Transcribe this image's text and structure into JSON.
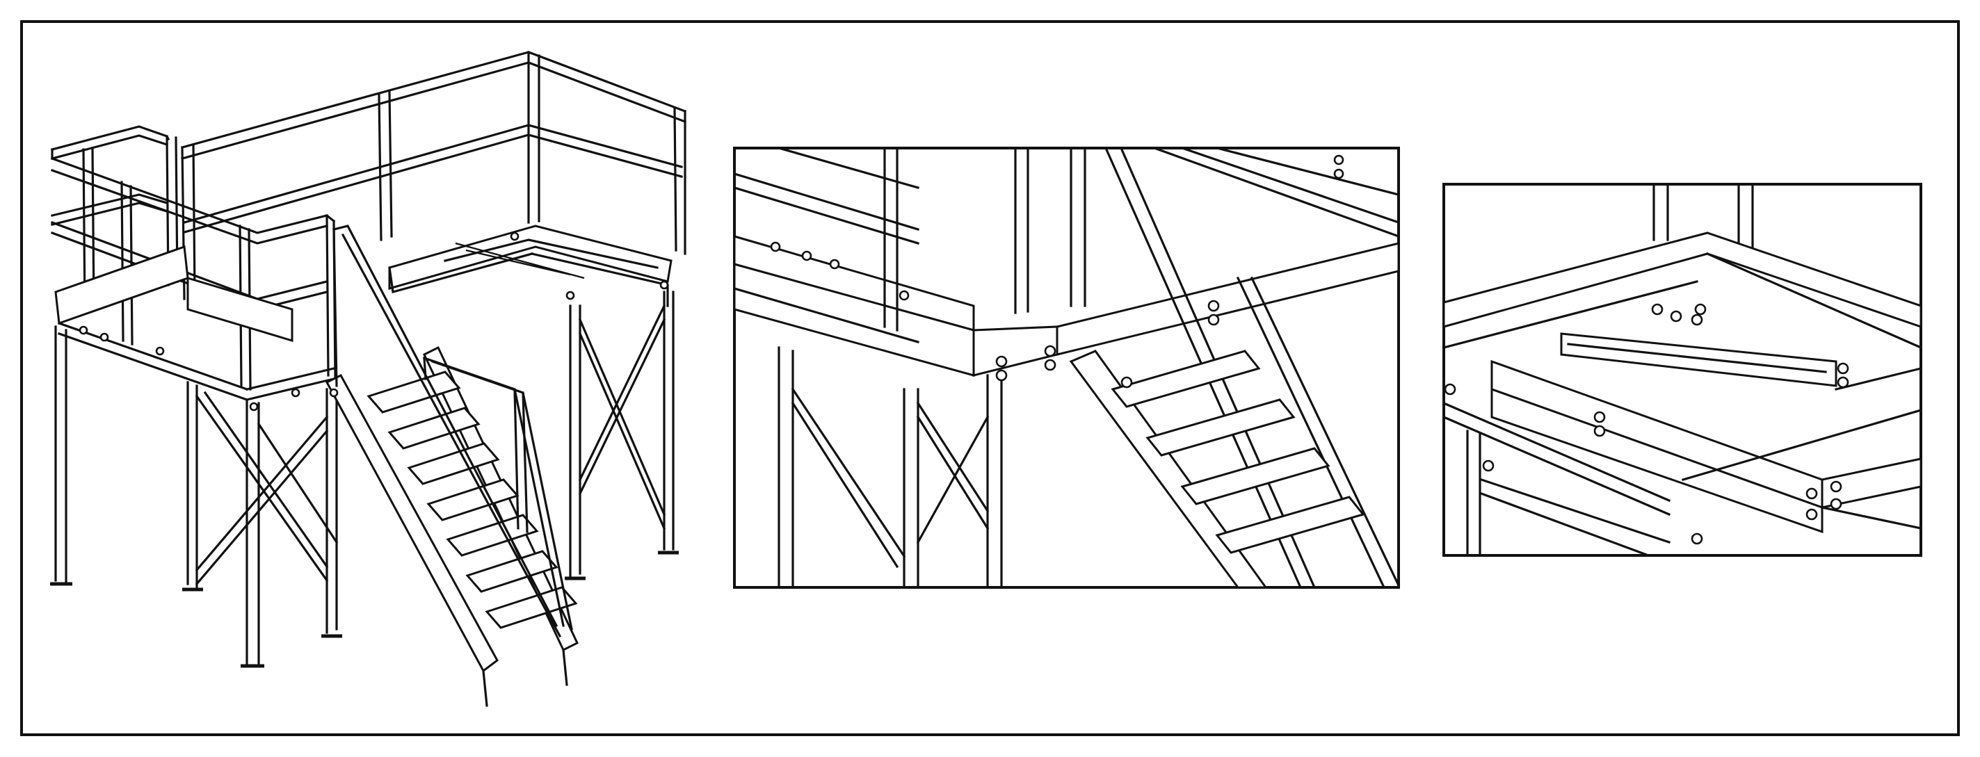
{
  "drawing": {
    "subject": "steel-platform-with-stair",
    "line_color": "#111111",
    "background_color": "#ffffff",
    "views": [
      {
        "id": "overall-isometric-view",
        "kind": "isometric"
      },
      {
        "id": "stair-landing-detail",
        "kind": "detail"
      },
      {
        "id": "brace-connection-detail",
        "kind": "detail"
      }
    ]
  }
}
